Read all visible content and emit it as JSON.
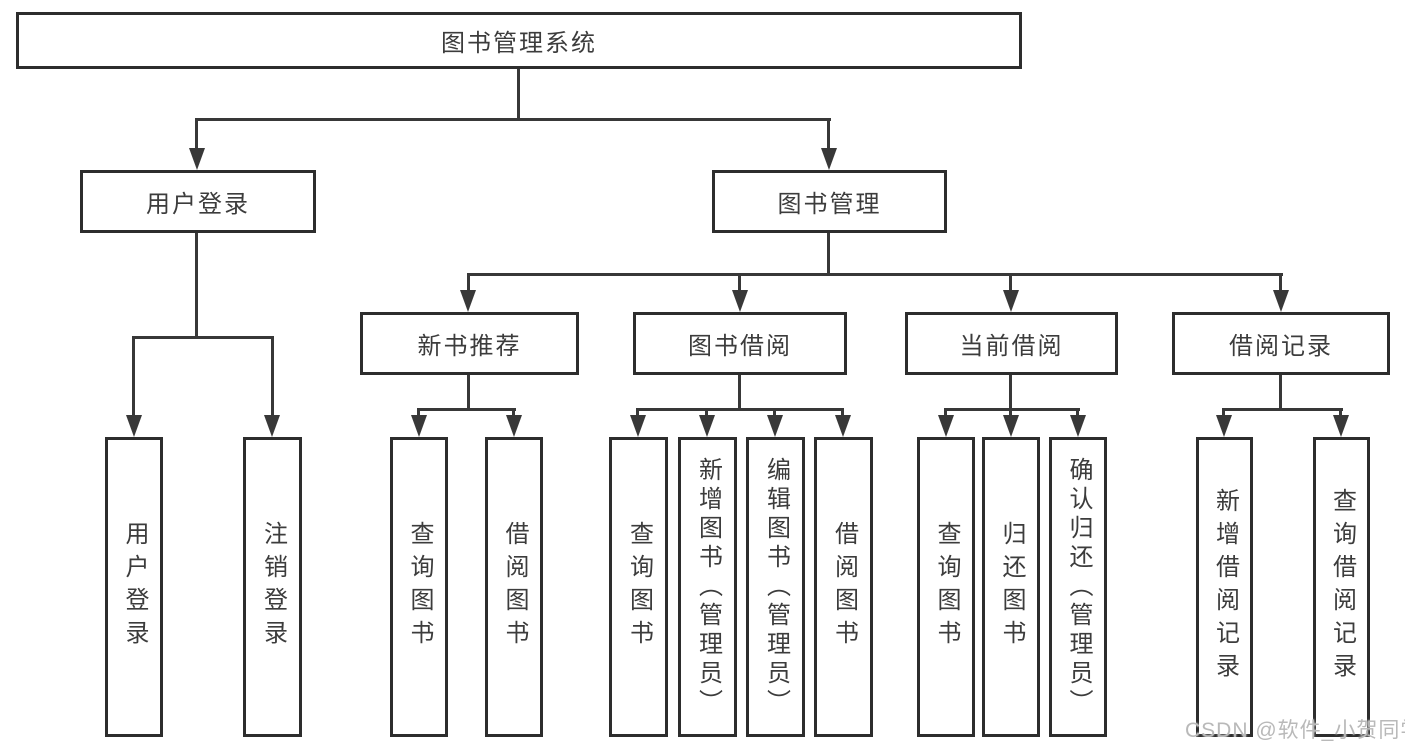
{
  "root": {
    "label": "图书管理系统"
  },
  "branches": [
    {
      "label": "用户登录",
      "leaves": [
        {
          "label": "用户登录"
        },
        {
          "label": "注销登录"
        }
      ]
    },
    {
      "label": "图书管理",
      "groups": [
        {
          "label": "新书推荐",
          "leaves": [
            {
              "label": "查询图书"
            },
            {
              "label": "借阅图书"
            }
          ]
        },
        {
          "label": "图书借阅",
          "leaves": [
            {
              "label": "查询图书"
            },
            {
              "label": "新增图书（管理员）"
            },
            {
              "label": "编辑图书（管理员）"
            },
            {
              "label": "借阅图书"
            }
          ]
        },
        {
          "label": "当前借阅",
          "leaves": [
            {
              "label": "查询图书"
            },
            {
              "label": "归还图书"
            },
            {
              "label": "确认归还（管理员）"
            }
          ]
        },
        {
          "label": "借阅记录",
          "leaves": [
            {
              "label": "新增借阅记录"
            },
            {
              "label": "查询借阅记录"
            }
          ]
        }
      ]
    }
  ],
  "watermark": "CSDN @软件_小贺同学",
  "colors": {
    "line": "#383838",
    "border": "#2d2d2d",
    "text": "#3c3c3c",
    "watermark": "#b9b9b9",
    "background": "#ffffff"
  }
}
